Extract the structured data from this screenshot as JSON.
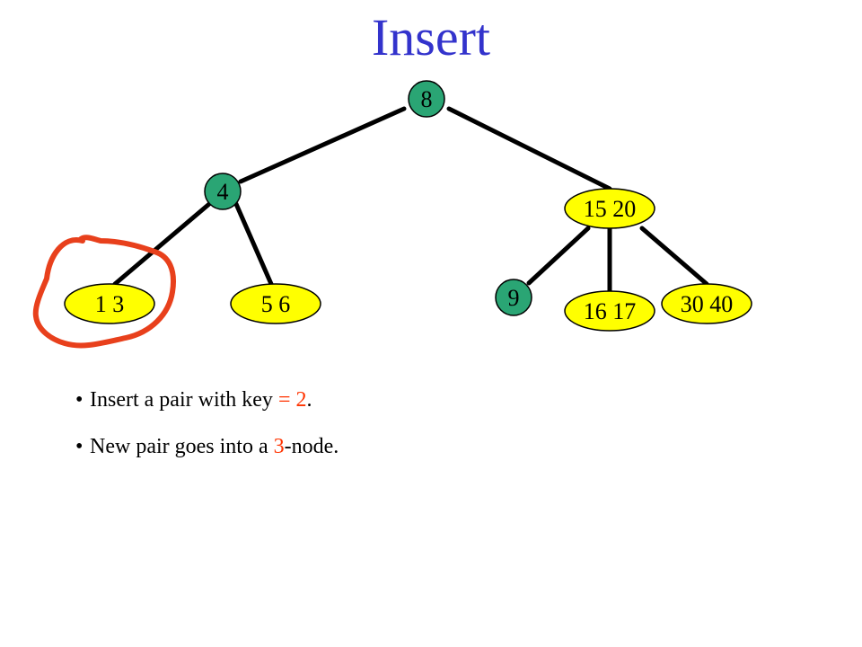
{
  "title": "Insert",
  "colors": {
    "title": "#3333cc",
    "two_node_fill": "#2aa574",
    "three_node_fill": "#ffff00",
    "edge": "#000000",
    "highlight": "#ff3300",
    "circle_mark": "#e8401c"
  },
  "tree": {
    "nodes": [
      {
        "id": "n8",
        "keys": [
          "8"
        ],
        "type": "2-node"
      },
      {
        "id": "n4",
        "keys": [
          "4"
        ],
        "type": "2-node"
      },
      {
        "id": "n15_20",
        "keys": [
          "15",
          "20"
        ],
        "type": "3-node"
      },
      {
        "id": "n1_3",
        "keys": [
          "1",
          "3"
        ],
        "type": "3-node"
      },
      {
        "id": "n5_6",
        "keys": [
          "5",
          "6"
        ],
        "type": "3-node"
      },
      {
        "id": "n9",
        "keys": [
          "9"
        ],
        "type": "2-node"
      },
      {
        "id": "n16_17",
        "keys": [
          "16",
          "17"
        ],
        "type": "3-node"
      },
      {
        "id": "n30_40",
        "keys": [
          "30",
          "40"
        ],
        "type": "3-node"
      }
    ],
    "edges": [
      [
        "n8",
        "n4"
      ],
      [
        "n8",
        "n15_20"
      ],
      [
        "n4",
        "n1_3"
      ],
      [
        "n4",
        "n5_6"
      ],
      [
        "n15_20",
        "n9"
      ],
      [
        "n15_20",
        "n16_17"
      ],
      [
        "n15_20",
        "n30_40"
      ]
    ],
    "highlighted_node": "n1_3"
  },
  "bullets": [
    {
      "before": "Insert a pair with key ",
      "highlight": "= 2",
      "after": "."
    },
    {
      "before": "New pair goes into a ",
      "highlight": "3",
      "after": "-node."
    }
  ]
}
